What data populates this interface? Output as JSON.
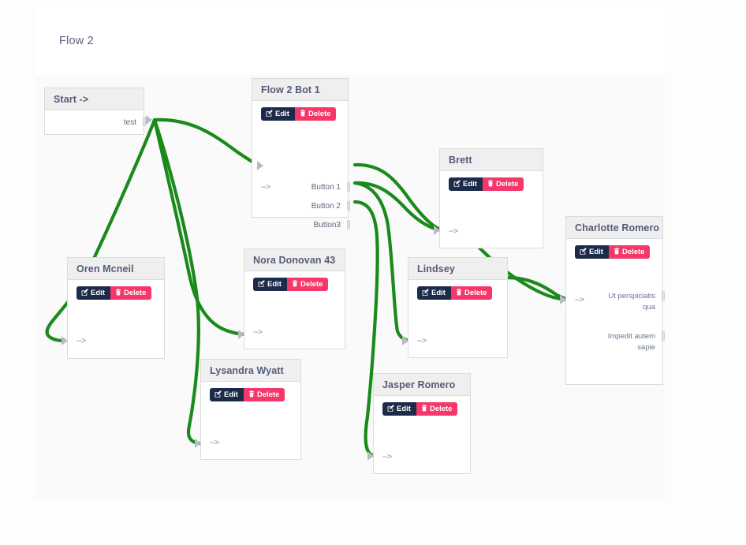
{
  "canvas": {
    "title": "Flow 2",
    "bg_color": "#fafafa",
    "header_bg": "#ffffff",
    "edge_color": "#1a8a1a"
  },
  "buttons": {
    "edit_label": "Edit",
    "delete_label": "Delete",
    "edit_color": "#1c2b4a",
    "delete_color": "#f5376a",
    "edit_icon": "pencil-square-icon",
    "delete_icon": "trash-icon"
  },
  "nodes": [
    {
      "id": "start",
      "title": "Start ->",
      "has_actions": false,
      "out_label": "test"
    },
    {
      "id": "flow2bot1",
      "title": "Flow 2 Bot 1",
      "has_actions": true,
      "in_label": "-->",
      "outputs": [
        "Button 1",
        "Button 2",
        "Button3"
      ]
    },
    {
      "id": "oren",
      "title": "Oren Mcneil",
      "has_actions": true,
      "in_label": "-->"
    },
    {
      "id": "nora",
      "title": "Nora Donovan 43",
      "has_actions": true,
      "in_label": "-->"
    },
    {
      "id": "lysandra",
      "title": "Lysandra Wyatt",
      "has_actions": true,
      "in_label": "-->"
    },
    {
      "id": "brett",
      "title": "Brett",
      "has_actions": true,
      "in_label": "-->"
    },
    {
      "id": "lindsey",
      "title": "Lindsey",
      "has_actions": true,
      "in_label": "-->"
    },
    {
      "id": "jasper",
      "title": "Jasper Romero",
      "has_actions": true,
      "in_label": "-->"
    },
    {
      "id": "charlotte",
      "title": "Charlotte Romero",
      "has_actions": true,
      "in_label": "-->",
      "messages": [
        "Ut perspiciatis qua",
        "Impedit autem sapie"
      ]
    }
  ]
}
